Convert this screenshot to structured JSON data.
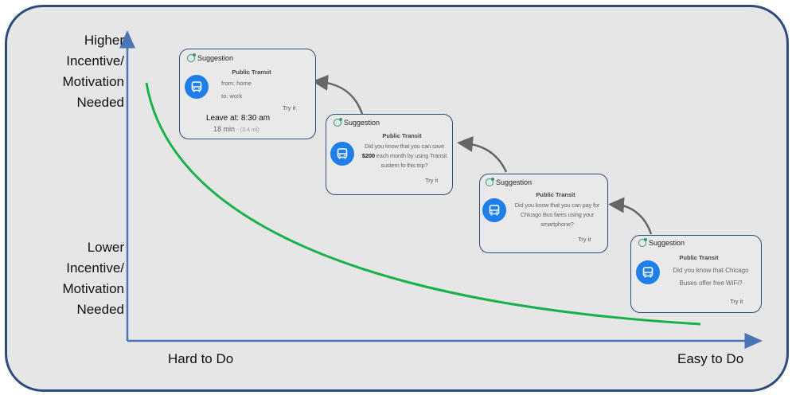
{
  "y_axis": {
    "top_lines": [
      "Higher",
      "Incentive/",
      "Motivation",
      "Needed"
    ],
    "bottom_lines": [
      "Lower",
      "Incentive/",
      "Motivation",
      "Needed"
    ]
  },
  "x_axis": {
    "left_label": "Hard to Do",
    "right_label": "Easy to Do"
  },
  "colors": {
    "frame_border": "#2f4b7c",
    "axis": "#4a73b8",
    "curve": "#19b24a",
    "bus_icon": "#1f7ee8",
    "arrow": "#666666"
  },
  "cards": [
    {
      "header": "Suggestion",
      "title": "Public Transit",
      "lines": [
        "from: home",
        "to: work"
      ],
      "try": "Try it",
      "leave": "Leave at: 8:30 am",
      "duration": "18 min",
      "distance": "- (3.4 mi)"
    },
    {
      "header": "Suggestion",
      "title": "Public Transit",
      "line1": "Did you know that you can save",
      "line2_bold": "$200",
      "line2_rest": " each month by using Transit",
      "line3": "sustem fo this trip?",
      "try": "Try it"
    },
    {
      "header": "Suggestion",
      "title": "Public Transit",
      "lines": [
        "Did you know that you can pay for",
        "Chicago Bus fares using your",
        "smartphone?"
      ],
      "try": "Try it"
    },
    {
      "header": "Suggestion",
      "title": "Public Transit",
      "lines": [
        "Did you know that Chicago",
        "Buses offer free WiFi?"
      ],
      "try": "Try it"
    }
  ]
}
